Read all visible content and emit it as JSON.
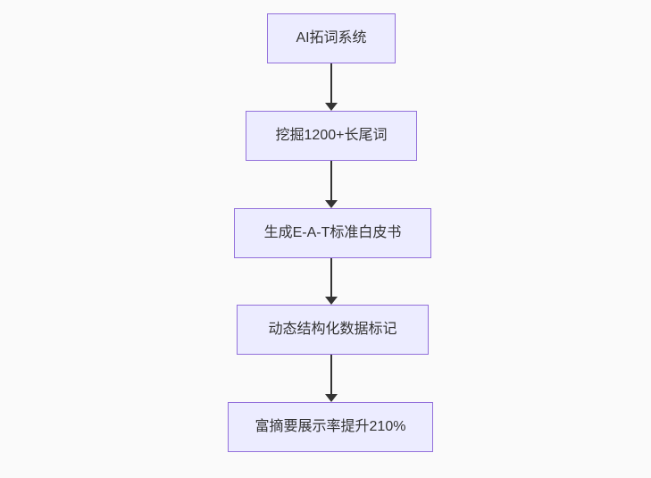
{
  "diagram": {
    "type": "flowchart",
    "direction": "top-down",
    "colors": {
      "background": "#fafafa",
      "node_fill": "#ececff",
      "node_border": "#9370db",
      "node_text": "#333333",
      "arrow": "#333333"
    },
    "nodes": [
      {
        "label": "AI拓词系统"
      },
      {
        "label": "挖掘1200+长尾词"
      },
      {
        "label": "生成E-A-T标准白皮书"
      },
      {
        "label": "动态结构化数据标记"
      },
      {
        "label": "富摘要展示率提升210%"
      }
    ],
    "edges": [
      {
        "from": 0,
        "to": 1
      },
      {
        "from": 1,
        "to": 2
      },
      {
        "from": 2,
        "to": 3
      },
      {
        "from": 3,
        "to": 4
      }
    ]
  }
}
